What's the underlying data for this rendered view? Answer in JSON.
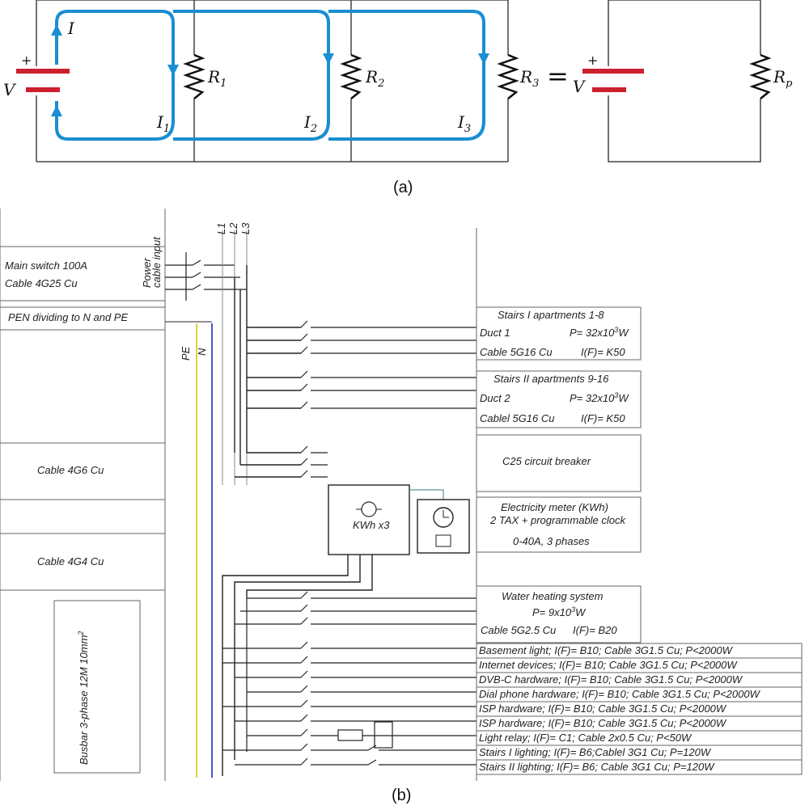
{
  "colors": {
    "current": "#1a8ed1",
    "battery": "#cc2030",
    "wire": "#222222",
    "pe": "#e0cc30",
    "n": "#3344cc"
  },
  "part_a": {
    "caption": "(a)",
    "battery_plus": "+",
    "battery_v": "V",
    "current_total": "I",
    "resistors": [
      "R",
      "R",
      "R"
    ],
    "resistor_subs": [
      "1",
      "2",
      "3"
    ],
    "branch_currents": [
      "I",
      "I",
      "I"
    ],
    "branch_subs": [
      "1",
      "2",
      "3"
    ],
    "equals": "=",
    "eq_plus": "+",
    "eq_v": "V",
    "rp": "R",
    "rp_sub": "p"
  },
  "part_b": {
    "caption": "(b)",
    "phase_labels": [
      "L1",
      "L2",
      "L3"
    ],
    "pe_label": "PE",
    "n_label": "N",
    "power_cable_input": [
      "Power",
      "cable input"
    ],
    "left_labels": {
      "main_switch": "Main switch 100A",
      "main_cable": "Cable 4G25 Cu",
      "pen": "PEN dividing to N and PE",
      "cable_4g6": "Cable 4G6 Cu",
      "cable_4g4": "Cable 4G4 Cu",
      "busbar": "Busbar 3-phase 12M 10mm"
    },
    "stairs1": {
      "title": "Stairs I apartments 1-8",
      "l1": "Duct 1",
      "p1": "P= 32x10",
      "l2": "Cable 5G16 Cu",
      "p2": "I(F)= K50"
    },
    "stairs2": {
      "title": "Stairs II apartments 9-16",
      "l1": "Duct 2",
      "p1": "P= 32x10",
      "l2": "Cablel 5G16 Cu",
      "p2": "I(F)= K50"
    },
    "c25": "C25 circuit breaker",
    "meter": {
      "kwh": "KWh x3",
      "l1": "Electricity meter (KWh)",
      "l2": "2 TAX + programmable clock",
      "l3": "0-40A, 3 phases"
    },
    "water": {
      "title": "Water heating system",
      "p": "P= 9x10",
      "cable": "Cable 5G2.5 Cu",
      "fuse": "I(F)= B20"
    },
    "circuits": [
      "Basement light; I(F)= B10; Cable 3G1.5 Cu; P<2000W",
      "Internet devices; I(F)= B10; Cable 3G1.5 Cu; P<2000W",
      "DVB-C hardware; I(F)= B10; Cable 3G1.5 Cu; P<2000W",
      "Dial phone hardware; I(F)= B10; Cable 3G1.5 Cu; P<2000W",
      "ISP hardware; I(F)= B10; Cable 3G1.5 Cu; P<2000W",
      "ISP hardware; I(F)= B10; Cable 3G1.5 Cu; P<2000W",
      "Light relay; I(F)= C1; Cable 2x0.5 Cu; P<50W",
      "Stairs I lighting; I(F)= B6;Cablel 3G1 Cu; P=120W",
      "Stairs II lighting; I(F)= B6; Cable 3G1 Cu; P=120W"
    ]
  }
}
